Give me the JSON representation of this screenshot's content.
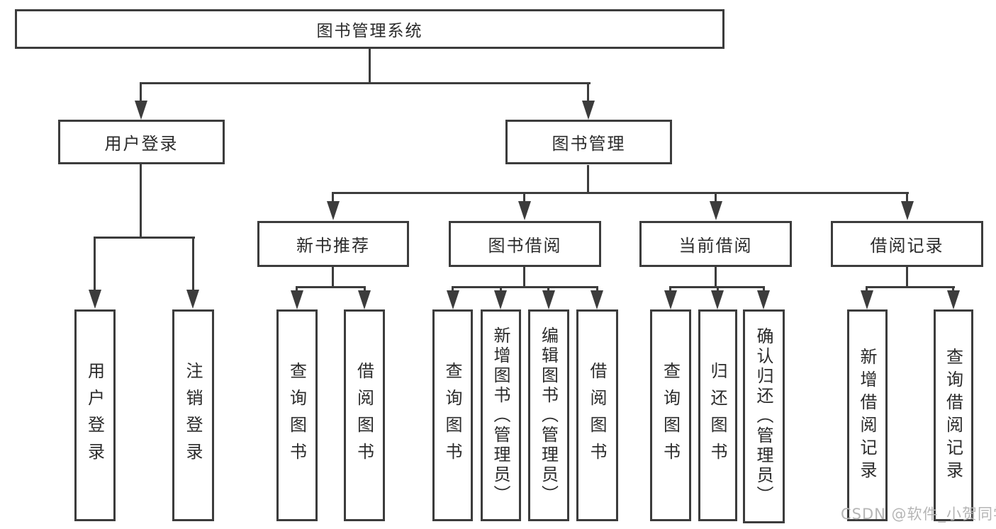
{
  "nodes": {
    "root": "图书管理系统",
    "user_login": "用户登录",
    "book_mgmt": "图书管理",
    "new_book_rec": "新书推荐",
    "book_borrow": "图书借阅",
    "current_borrow": "当前借阅",
    "borrow_records": "借阅记录",
    "leaf_user_login": "用户登录",
    "leaf_logout": "注销登录",
    "leaf_query_book_nb": "查询图书",
    "leaf_borrow_book_nb": "借阅图书",
    "leaf_query_book_bb": "查询图书",
    "leaf_add_book": "新增图书（管理员）",
    "leaf_edit_book": "编辑图书（管理员）",
    "leaf_borrow_book_bb": "借阅图书",
    "leaf_query_book_cb": "查询图书",
    "leaf_return_book": "归还图书",
    "leaf_confirm_return": "确认归还（管理员）",
    "leaf_add_record": "新增借阅记录",
    "leaf_query_record": "查询借阅记录"
  },
  "hierarchy": {
    "图书管理系统": [
      "用户登录",
      "图书管理"
    ],
    "用户登录": [
      "用户登录",
      "注销登录"
    ],
    "图书管理": [
      "新书推荐",
      "图书借阅",
      "当前借阅",
      "借阅记录"
    ],
    "新书推荐": [
      "查询图书",
      "借阅图书"
    ],
    "图书借阅": [
      "查询图书",
      "新增图书（管理员）",
      "编辑图书（管理员）",
      "借阅图书"
    ],
    "当前借阅": [
      "查询图书",
      "归还图书",
      "确认归还（管理员）"
    ],
    "借阅记录": [
      "新增借阅记录",
      "查询借阅记录"
    ]
  },
  "watermark": "CSDN @软件_小贺同学",
  "colors": {
    "line": "#3c3c3c",
    "text": "#2b2b2b",
    "background": "#ffffff",
    "watermark": "#b5b5b5"
  }
}
